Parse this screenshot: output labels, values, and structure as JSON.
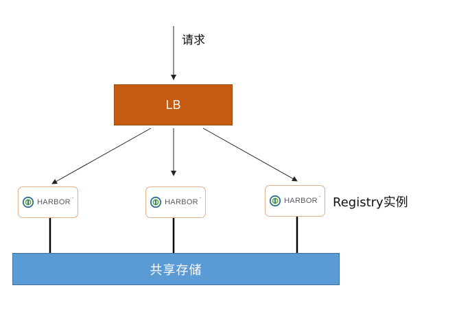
{
  "request_label": "请求",
  "lb": {
    "label": "LB",
    "color": "#c55a11"
  },
  "harbor_instances": [
    {
      "logo_text": "HARBOR",
      "tm": "™"
    },
    {
      "logo_text": "HARBOR",
      "tm": "™"
    },
    {
      "logo_text": "HARBOR",
      "tm": "™"
    }
  ],
  "registry_label": "Registry实例",
  "storage": {
    "label": "共享存储",
    "color": "#5b9bd5"
  }
}
